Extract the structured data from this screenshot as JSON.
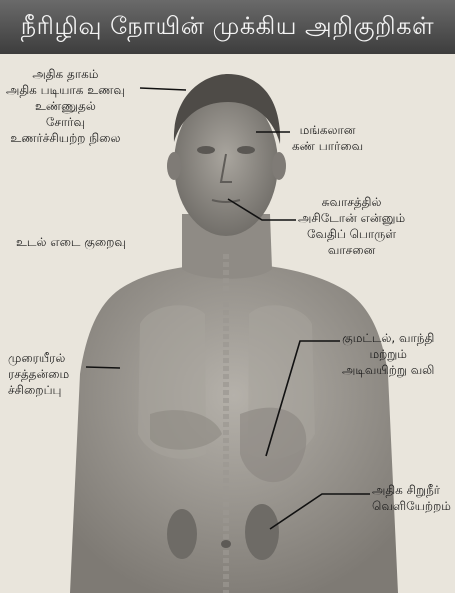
{
  "title": "நீரிழிவு நோயின் முக்கிய அறிகுறிகள்",
  "labels": {
    "thirst": [
      "அதிக தாகம்",
      "அதிக படியாக உணவு",
      "உண்ணுதல்",
      "சோர்வு",
      "உணர்ச்சியற்ற நிலை"
    ],
    "vision": [
      "மங்கலான",
      "கண் பார்வை"
    ],
    "breath": [
      "சுவாசத்தில்",
      "அசிடோன் என்னும்",
      "வேதிப் பொருள்",
      "வாசனை"
    ],
    "weight": [
      "உடல் எடை குறைவு"
    ],
    "lung": [
      "முரையீரல்",
      "ரசத்தன்மை",
      "ச்சிறைப்பு"
    ],
    "nausea": [
      "குமட்டல், வாந்தி",
      "மற்றும்",
      "அடிவயிற்று வலி"
    ],
    "urine": [
      "அதிக சிறுநீர்",
      "வெளியேற்றம்"
    ]
  }
}
